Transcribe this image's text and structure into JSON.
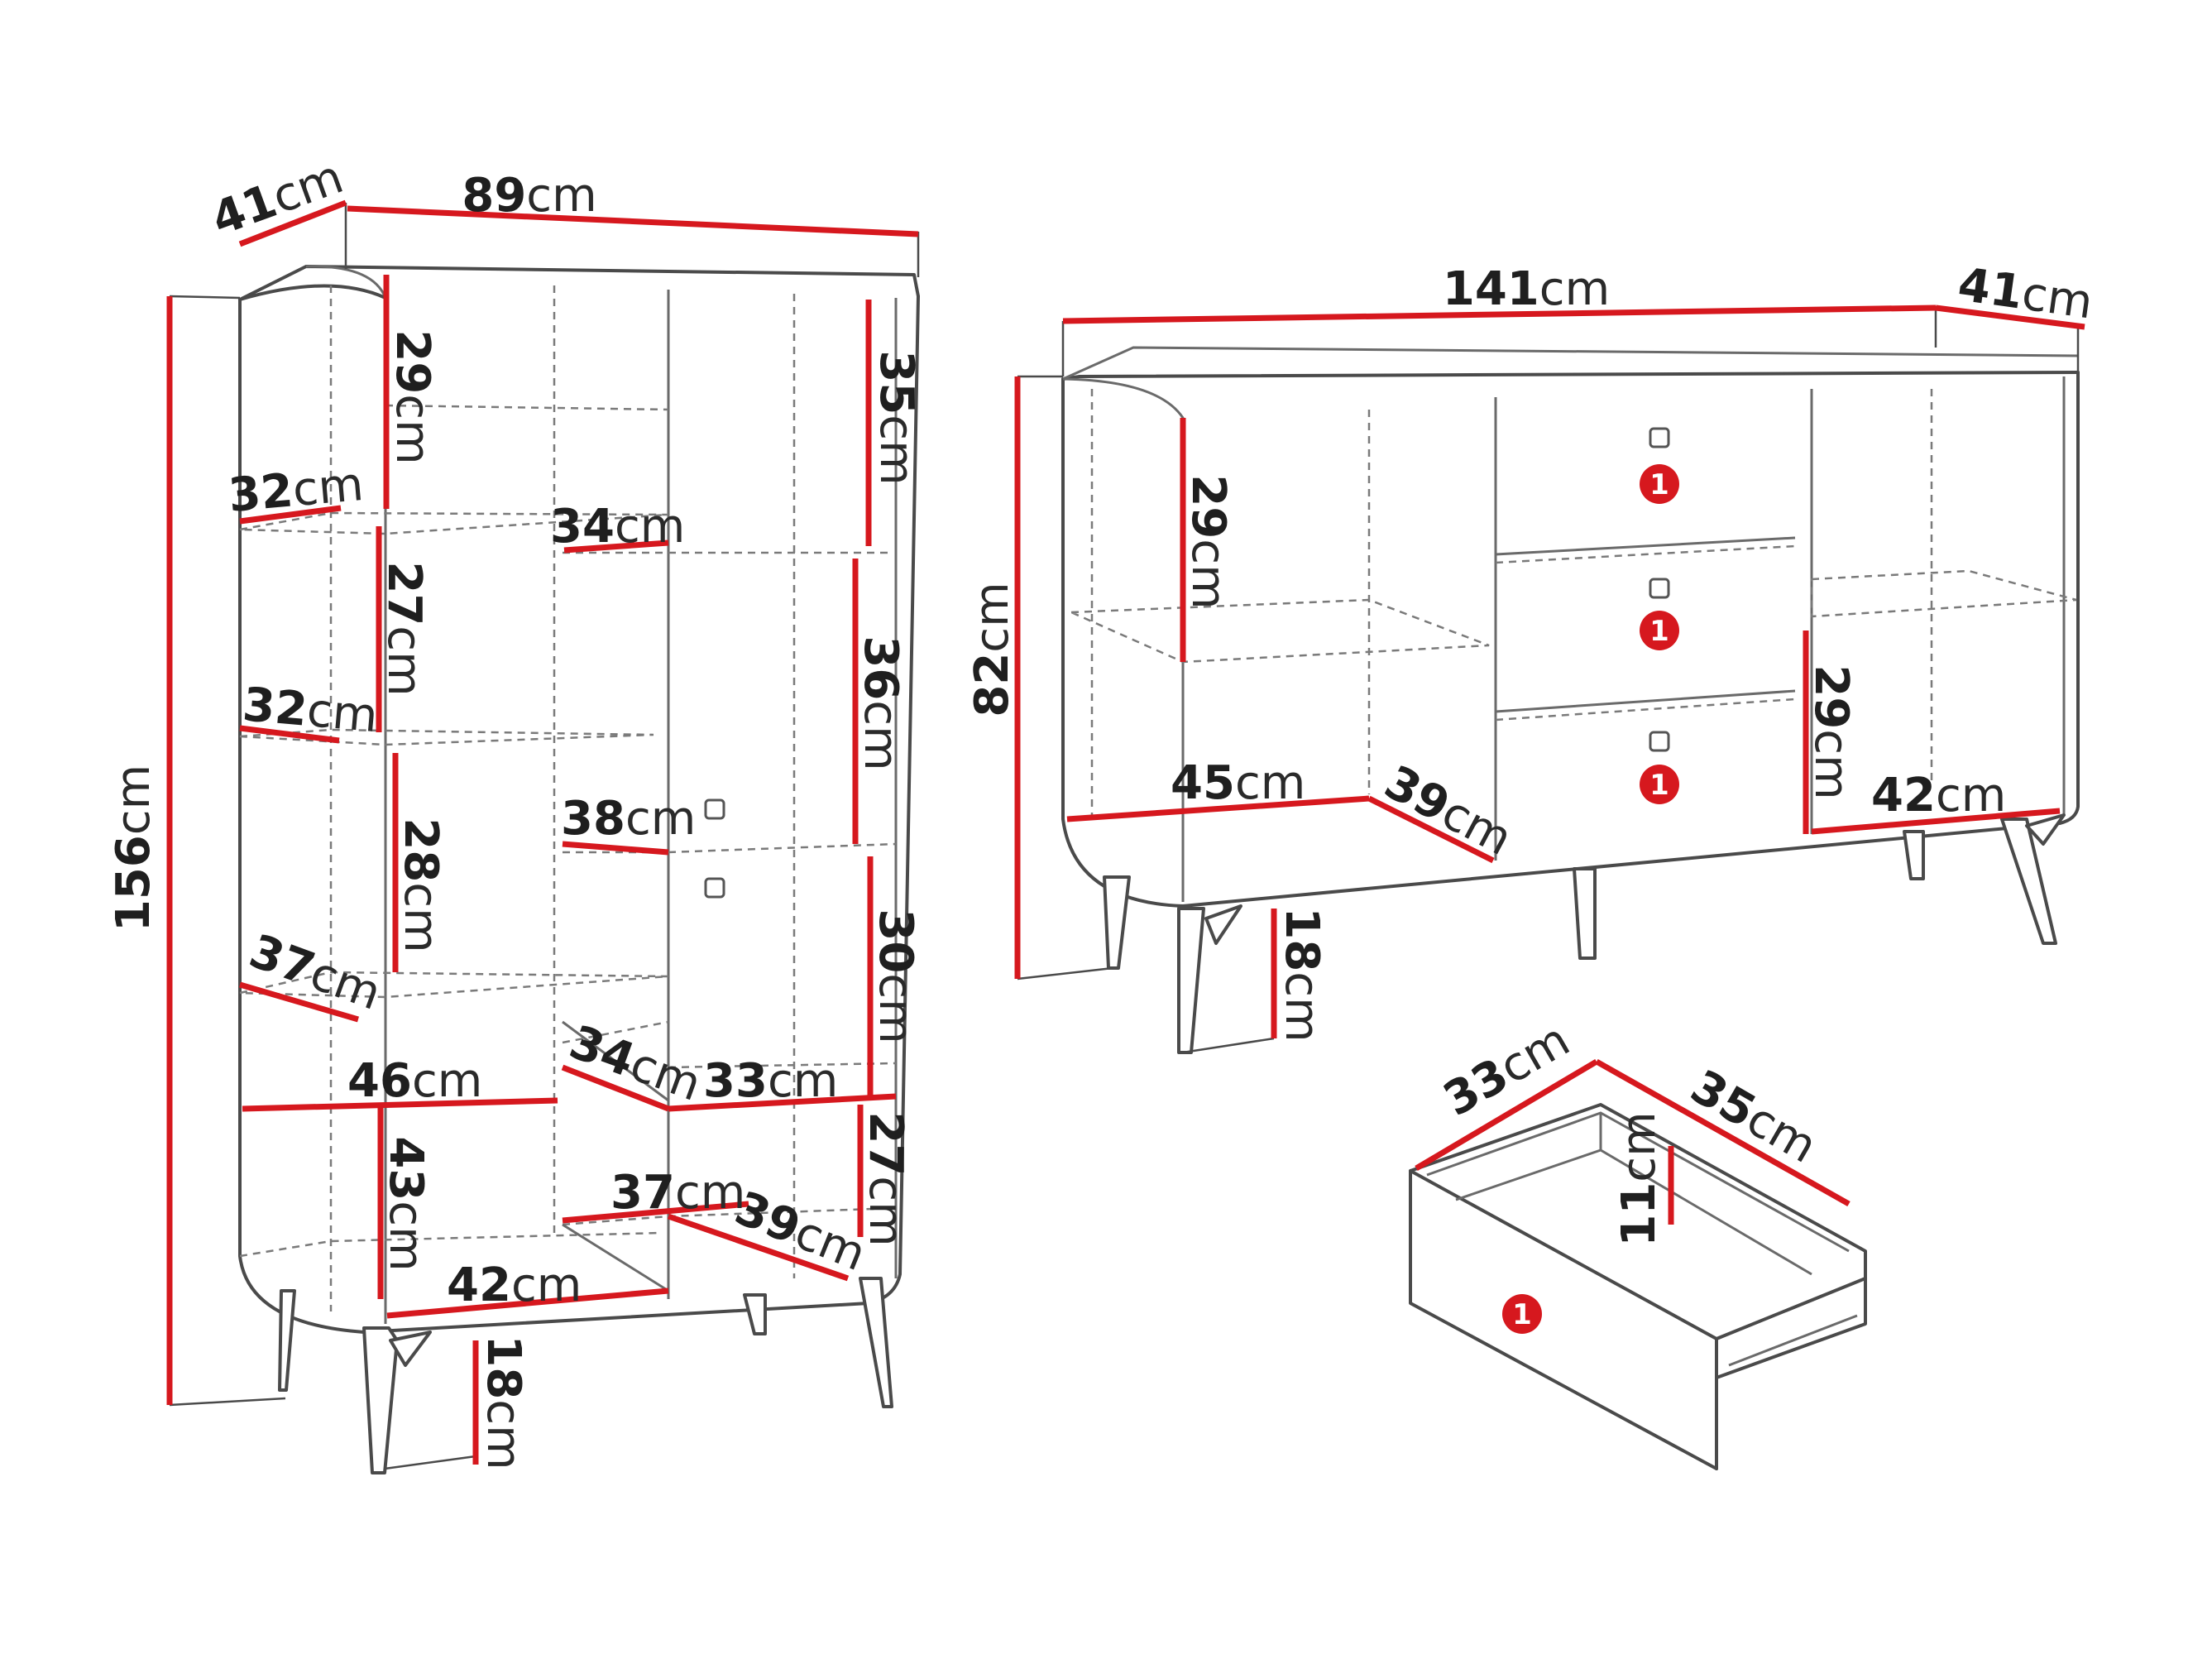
{
  "unit": "cm",
  "badge_label": "1",
  "colors": {
    "dimension_line": "#d6181e",
    "outline": "#4a4a4a",
    "badge": "#d6181e"
  },
  "highboard": {
    "width": "89",
    "depth": "41",
    "height": "156",
    "leg_height": "18",
    "shelves": {
      "left_top_height": "29",
      "right_top_height": "35",
      "left_shelf_depth_1": "32",
      "middle_shelf_width_1": "34",
      "left_height_2": "27",
      "right_height_2": "36",
      "left_shelf_depth_2": "32",
      "middle_shelf_width_2": "38",
      "left_height_3": "28",
      "right_height_3": "30",
      "left_shelf_depth_3": "37",
      "bottom_left_width": "46",
      "middle_depth_4": "34",
      "right_width_4": "33",
      "left_height_bottom": "43",
      "right_height_bottom": "27",
      "bottom_middle_width": "37",
      "bottom_depth": "39",
      "bottom_width": "42"
    }
  },
  "sideboard": {
    "width": "141",
    "depth": "41",
    "height": "82",
    "leg_height": "18",
    "left_compartment_height": "29",
    "left_compartment_width": "45",
    "left_compartment_depth": "39",
    "right_compartment_height": "29",
    "right_compartment_width": "42",
    "drawer_badges": [
      "1",
      "1",
      "1"
    ]
  },
  "drawer": {
    "width": "33",
    "depth": "35",
    "height": "11",
    "badge": "1"
  }
}
